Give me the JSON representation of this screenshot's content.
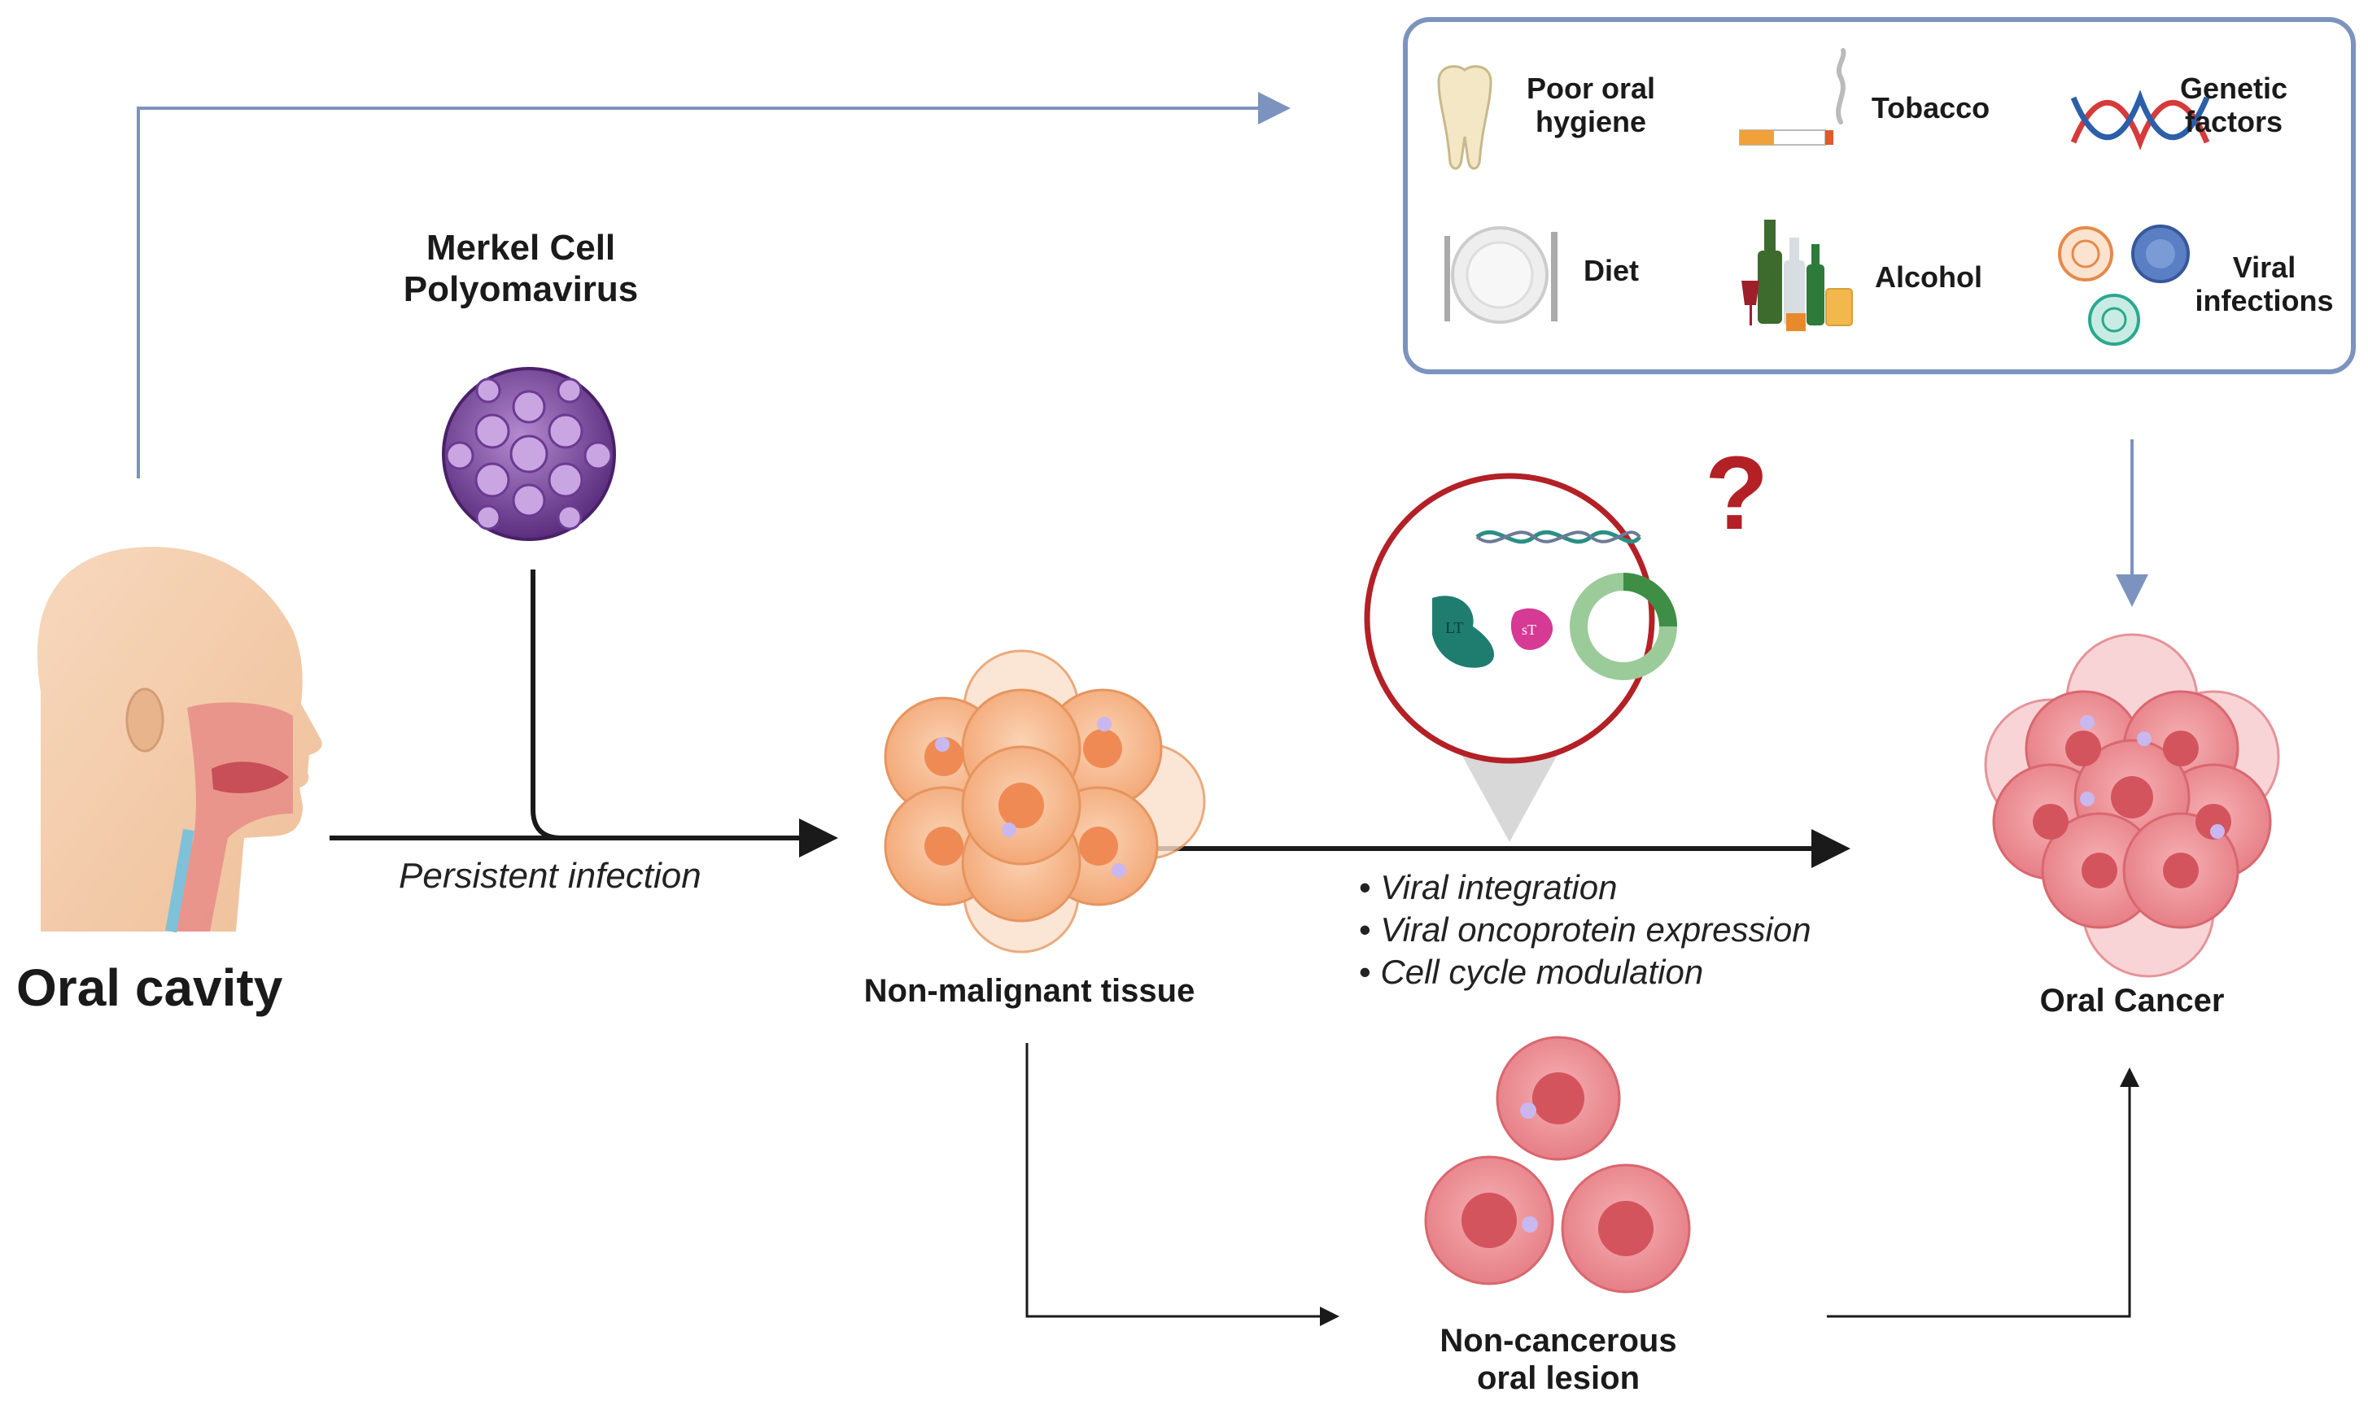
{
  "labels": {
    "merkel_line1": "Merkel Cell",
    "merkel_line2": "Polyomavirus",
    "persistent_infection": "Persistent infection",
    "oral_cavity": "Oral cavity",
    "non_malignant_tissue": "Non-malignant tissue",
    "oral_cancer": "Oral Cancer",
    "non_cancerous_line1": "Non-cancerous",
    "non_cancerous_line2": "oral lesion"
  },
  "risk_factors": {
    "poor_oral_hygiene_line1": "Poor oral",
    "poor_oral_hygiene_line2": "hygiene",
    "tobacco": "Tobacco",
    "genetic_line1": "Genetic",
    "genetic_line2": "factors",
    "diet": "Diet",
    "alcohol": "Alcohol",
    "viral_line1": "Viral",
    "viral_line2": "infections"
  },
  "mechanisms": [
    "Viral integration",
    "Viral oncoprotein expression",
    "Cell cycle modulation"
  ],
  "inset": {
    "question_mark": "?",
    "lt_label": "LT",
    "st_label": "sT"
  },
  "colors": {
    "arrow_blue": "#7d93bf",
    "arrow_black": "#1a1a1a",
    "box_border": "#7d93bf",
    "virus_purple": "#7b4a9e",
    "tissue_orange": "#f6b58a",
    "cancer_pink": "#ec8a8f",
    "inset_red": "#b32025"
  }
}
